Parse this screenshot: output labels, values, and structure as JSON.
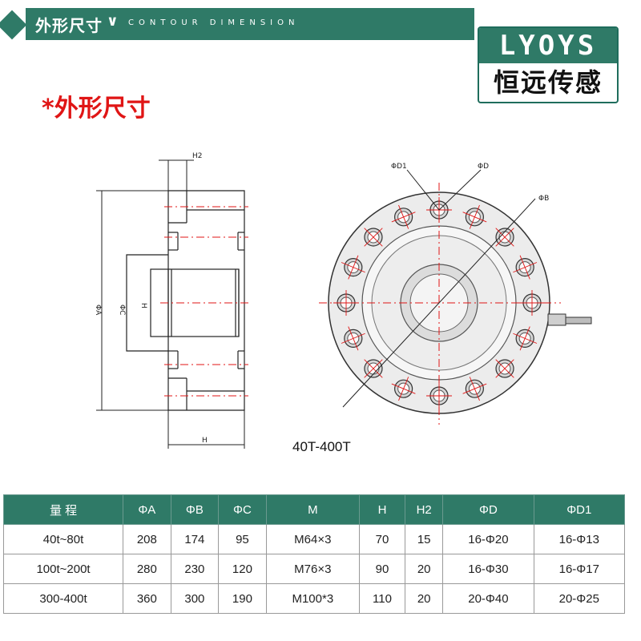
{
  "header": {
    "title": "外形尺寸",
    "chevron": "∨",
    "subtitle": "CONTOUR DIMENSION"
  },
  "logo": {
    "brand_en": "LYOYS",
    "brand_cn": "恒远传感"
  },
  "section": {
    "title": "*外形尺寸"
  },
  "drawing": {
    "side_labels": {
      "h2": "H2",
      "phi_a": "ΦA",
      "phi_c": "ΦC",
      "h_inner": "H",
      "h_bottom": "H"
    },
    "top_labels": {
      "phi_d1": "ΦD1",
      "phi_d": "ΦD",
      "phi_b": "ΦB"
    },
    "model": "40T-400T"
  },
  "table": {
    "headers": [
      "量 程",
      "ΦA",
      "ΦB",
      "ΦC",
      "M",
      "H",
      "H2",
      "ΦD",
      "ΦD1"
    ],
    "rows": [
      [
        "40t~80t",
        "208",
        "174",
        "95",
        "M64×3",
        "70",
        "15",
        "16-Φ20",
        "16-Φ13"
      ],
      [
        "100t~200t",
        "280",
        "230",
        "120",
        "M76×3",
        "90",
        "20",
        "16-Φ30",
        "16-Φ17"
      ],
      [
        "300-400t",
        "360",
        "300",
        "190",
        "M100*3",
        "110",
        "20",
        "20-Φ40",
        "20-Φ25"
      ]
    ]
  },
  "colors": {
    "brand_green": "#2f7a67",
    "title_red": "#e01515"
  }
}
